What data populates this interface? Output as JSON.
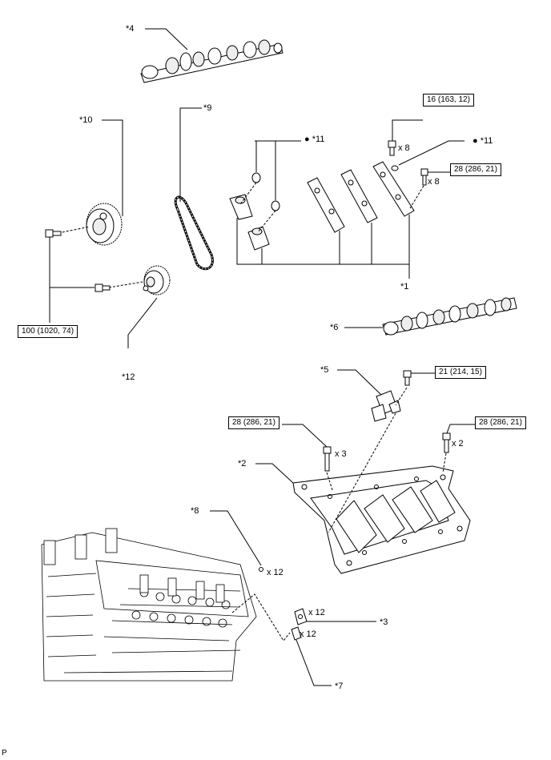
{
  "callouts": {
    "c1": "*1",
    "c2": "*2",
    "c3": "*3",
    "c4": "*4",
    "c5": "*5",
    "c6": "*6",
    "c7": "*7",
    "c8": "*8",
    "c9": "*9",
    "c10": "*10",
    "c11a": "*11",
    "c11b": "*11",
    "c12": "*12"
  },
  "torque": {
    "t1": "16 (163, 12)",
    "t2": "28 (286, 21)",
    "t3": "100 (1020, 74)",
    "t4": "21 (214, 15)",
    "t5": "28 (286, 21)",
    "t6": "28 (286, 21)"
  },
  "quantities": {
    "q1": "x 8",
    "q2": "x 8",
    "q3": "x 3",
    "q4": "x 2",
    "q5": "x 12",
    "q6": "x 12",
    "q7": "x 12"
  },
  "bullet": "●",
  "footer_code": "P"
}
